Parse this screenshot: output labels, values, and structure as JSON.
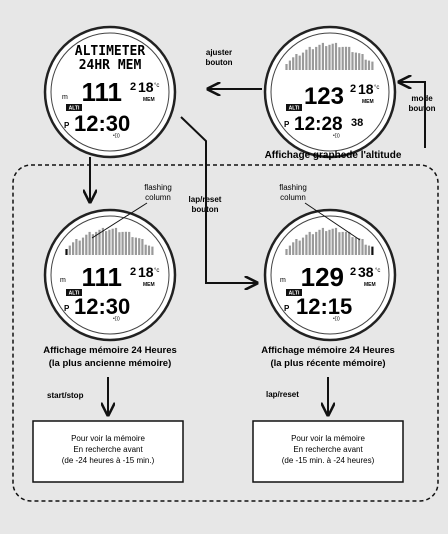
{
  "top_left_watch": {
    "line1": "ALTIMETER",
    "line2": "24HR MEM",
    "unit_m": "m",
    "altitude": "111",
    "temp_int": "2",
    "temp_dec": "18",
    "temp_unit": "°c",
    "mem": "MEM",
    "alti": "ALTI",
    "p": "P",
    "time": "12:30"
  },
  "top_right_watch": {
    "altitude": "123",
    "temp_int": "2",
    "temp_dec": "18",
    "temp_unit": "°c",
    "mem": "MEM",
    "alti": "ALTI",
    "p": "P",
    "time": "12:28",
    "seconds": "38"
  },
  "mid_left_watch": {
    "unit_m": "m",
    "altitude": "111",
    "temp_int": "2",
    "temp_dec": "18",
    "temp_unit": "°c",
    "mem": "MEM",
    "alti": "ALTI",
    "p": "P",
    "time": "12:30"
  },
  "mid_right_watch": {
    "unit_m": "m",
    "altitude": "129",
    "temp_int": "2",
    "temp_dec": "38",
    "temp_unit": "°c",
    "mem": "MEM",
    "alti": "ALTI",
    "p": "P",
    "time": "12:15"
  },
  "labels": {
    "ajuster_1": "ajuster",
    "ajuster_2": "bouton",
    "mode_1": "mode",
    "mode_2": "bouton",
    "graph_title": "Affichage graphede l'altitude",
    "lap_reset_1": "lap/reset",
    "lap_reset_2": "bouton",
    "flashing_1": "flashing",
    "flashing_2": "column",
    "left_title_1": "Affichage mémoire 24 Heures",
    "left_title_2": "(la plus ancienne mémoire)",
    "right_title_1": "Affichage mémoire 24 Heures",
    "right_title_2": "(la plus récente mémoire)",
    "start_stop": "start/stop",
    "lap_reset": "lap/reset"
  },
  "left_box": {
    "line1": "Pour voir la mémoire",
    "line2": "En recherche avant",
    "line3": "(de -24 heures à -15 min.)"
  },
  "right_box": {
    "line1": "Pour voir la mémoire",
    "line2": "En recherche avant",
    "line3": "(de -15 min. à -24 heures)"
  }
}
